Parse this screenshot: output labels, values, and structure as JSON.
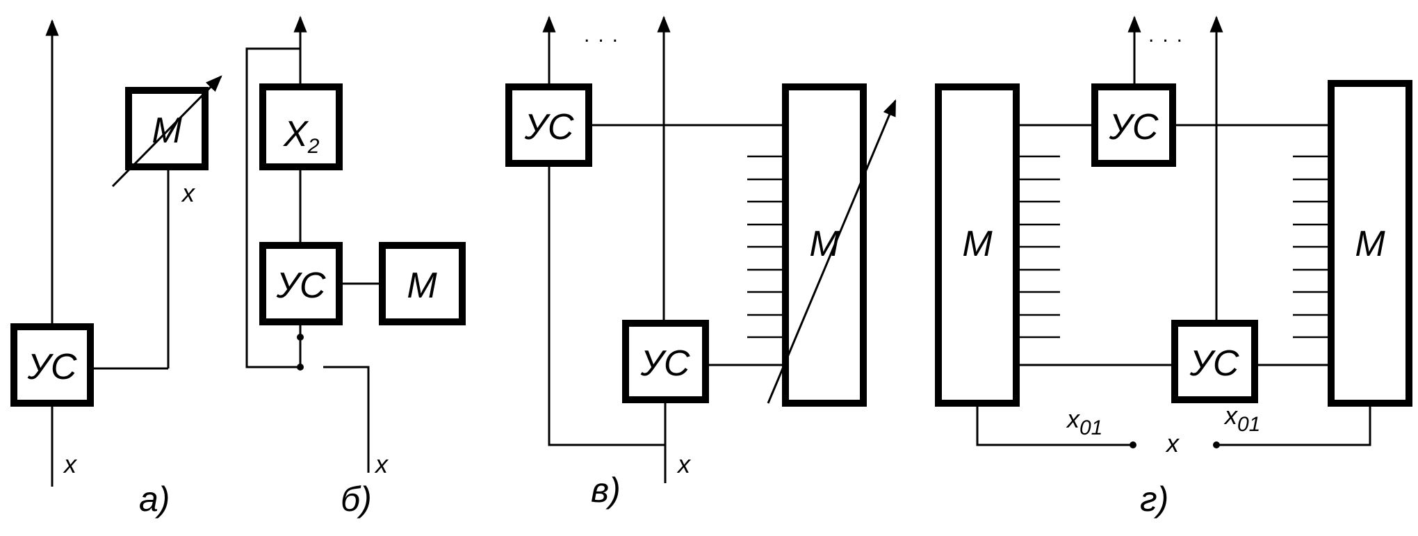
{
  "blocks": {
    "us": "УС",
    "m": "М",
    "x2_main": "X",
    "x2_sub": "2"
  },
  "signals": {
    "x": "x",
    "x01_main": "x",
    "x01_sub": "01"
  },
  "ellipsis": "...",
  "captions": {
    "a": "а)",
    "b": "б)",
    "v": "в)",
    "g": "г)"
  },
  "colors": {
    "ink": "#000000",
    "paper": "#ffffff"
  }
}
